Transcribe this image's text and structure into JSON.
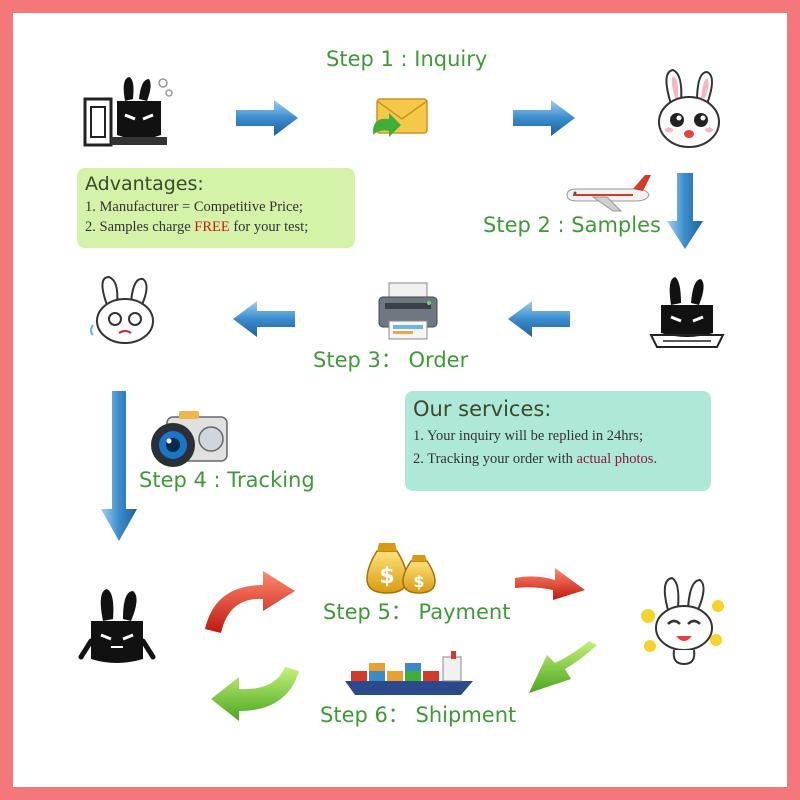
{
  "steps": {
    "step1": "Step 1 : Inquiry",
    "step2": "Step 2 : Samples",
    "step3": "Step 3： Order",
    "step4": "Step 4 : Tracking",
    "step5": "Step 5： Payment",
    "step6": "Step 6： Shipment"
  },
  "advantages": {
    "title": "Advantages:",
    "line1": "1. Manufacturer = Competitive Price;",
    "line2_pre": "2. Samples charge ",
    "line2_hl": "FREE",
    "line2_post": " for your test;"
  },
  "services": {
    "title": "Our services:",
    "line1": "1. Your inquiry will be replied in 24hrs;",
    "line2_pre": "2. Tracking your order with ",
    "line2_hl": "actual photos",
    "line2_post": "."
  },
  "colors": {
    "frame": "#f4777a",
    "step_text": "#3e9a36",
    "advantages_bg": "#d4f2a8",
    "services_bg": "#aee8d8",
    "blue_arrow": "#3f8fcc",
    "red_arrow": "#e23a24",
    "green_arrow": "#7ccf3a"
  },
  "icons": [
    "black-bunny-computer-icon",
    "envelope-icon",
    "white-bunny-icon",
    "airplane-icon",
    "black-bunny-printer-icon",
    "printer-icon",
    "white-bunny-sad-icon",
    "camera-icon",
    "black-bunny-icon",
    "money-bags-icon",
    "cargo-ship-icon",
    "white-bunny-happy-icon"
  ]
}
